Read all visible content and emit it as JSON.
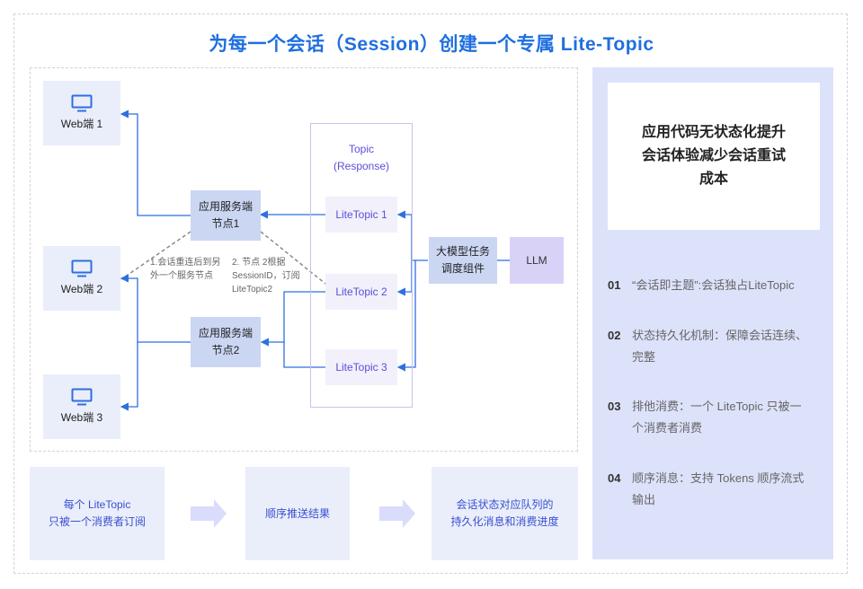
{
  "title": "为每一个会话（Session）创建一个专属 Lite-Topic",
  "clients": [
    {
      "label": "Web端 1",
      "icon": "monitor-icon"
    },
    {
      "label": "Web端 2",
      "icon": "monitor-icon"
    },
    {
      "label": "Web端 3",
      "icon": "monitor-icon"
    }
  ],
  "app_nodes": [
    {
      "label_line1": "应用服务端",
      "label_line2": "节点1"
    },
    {
      "label_line1": "应用服务端",
      "label_line2": "节点2"
    }
  ],
  "topic": {
    "title_line1": "Topic",
    "title_line2": "(Response)"
  },
  "lite_topics": [
    "LiteTopic 1",
    "LiteTopic 2",
    "LiteTopic 3"
  ],
  "scheduler": {
    "label_line1": "大模型任务",
    "label_line2": "调度组件"
  },
  "llm": "LLM",
  "notes": {
    "reconnect_line1": "1.会话重连后到另",
    "reconnect_line2": "外一个服务节点",
    "resubscribe_line1": "2. 节点 2根据",
    "resubscribe_line2": "SessionID，订阅",
    "resubscribe_line3": "LiteTopic2"
  },
  "flow": [
    {
      "line1": "每个 LiteTopic",
      "line2": "只被一个消费者订阅"
    },
    {
      "line1": "顺序推送结果",
      "line2": ""
    },
    {
      "line1": "会话状态对应队列的",
      "line2": "持久化消息和消费进度"
    }
  ],
  "side": {
    "heading_line1": "应用代码无状态化提升",
    "heading_line2": "会话体验减少会话重试",
    "heading_line3": "成本",
    "items": [
      {
        "num": "01",
        "line1": "“会话即主题”:会话独占LiteTopic",
        "line2": ""
      },
      {
        "num": "02",
        "line1": "状态持久化机制：保障会话连续、",
        "line2": "完整"
      },
      {
        "num": "03",
        "line1": "排他消费：一个 LiteTopic 只被一",
        "line2": "个消费者消费"
      },
      {
        "num": "04",
        "line1": "顺序消息：支持 Tokens 顺序流式",
        "line2": "输出"
      }
    ]
  },
  "colors": {
    "accent": "#1f6fe0",
    "line": "#2f6fe0",
    "purple": "#5b4fd6",
    "side_bg": "#dde2fb"
  }
}
